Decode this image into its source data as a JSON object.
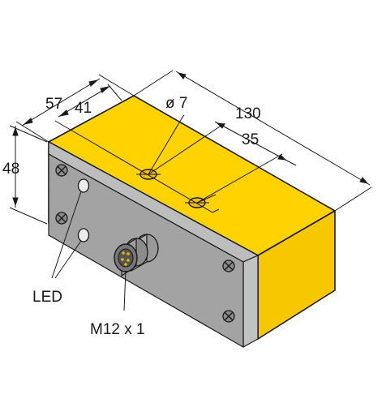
{
  "dimensions": {
    "d57": "57",
    "d41": "41",
    "d130": "130",
    "diameter": "ø 7",
    "d35": "35",
    "d48": "48"
  },
  "labels": {
    "led": "LED",
    "connector": "M12 x 1"
  },
  "colors": {
    "housing_top": "#ffd200",
    "housing_side": "#f4c400",
    "front_plate": "#a8a8a8",
    "outline": "#1a1a1a"
  }
}
